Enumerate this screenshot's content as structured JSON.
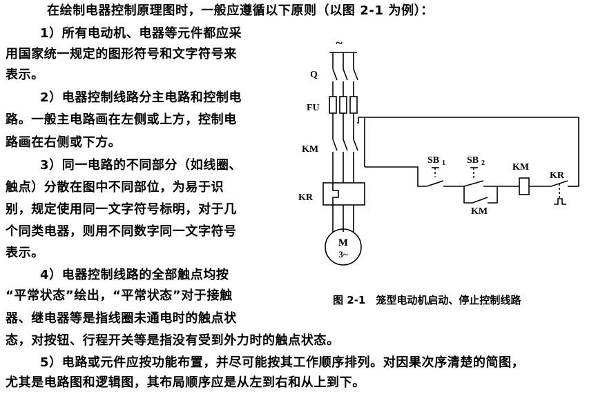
{
  "lines": [
    "在绘制电器控制原理图时，一般应遵循以下原则（以图 2-1 为例）：",
    "1）所有电动机、电器等元件都应采",
    "用国家统一规定的图形符号和文字符号来",
    "表示。",
    "2）电器控制线路分主电路和控制电",
    "路。一般主电路画在左侧或上方，控制电",
    "路画在右侧或下方。",
    "3）同一电路的不同部分（如线圈、",
    "触点）分散在图中不同部位，为易于识",
    "别，规定使用同一文字符号标明，对于几",
    "个同类电器，则用不同数字同一文字符号",
    "表示。",
    "4）电器控制线路的全部触点均按",
    "“平常状态”绘出，“平常状态”对于接触",
    "器、继电器等是指线圈未通电时的触点状",
    "态，对按钮、行程开关等是指没有受到外力时的触点状态。",
    "5）电路或元件应按功能布置，并尽可能按其工作顺序排列。对因果次序清楚的简图，",
    "尤其是电路图和逻辑图，其布局顺序应是从左到右和从上到下。"
  ],
  "figure": {
    "caption": "图 2-1　笼型电动机启动、停止控制线路",
    "labels": {
      "supply": "~",
      "q": "Q",
      "fu": "FU",
      "km_main": "KM",
      "kr_main": "KR",
      "motor_m": "M",
      "motor_3": "3~",
      "sb1": "SB",
      "sb1_sub": "1",
      "sb2": "SB",
      "sb2_sub": "2",
      "km_coil": "KM",
      "kr_contact": "KR",
      "km_aux": "KM"
    }
  }
}
